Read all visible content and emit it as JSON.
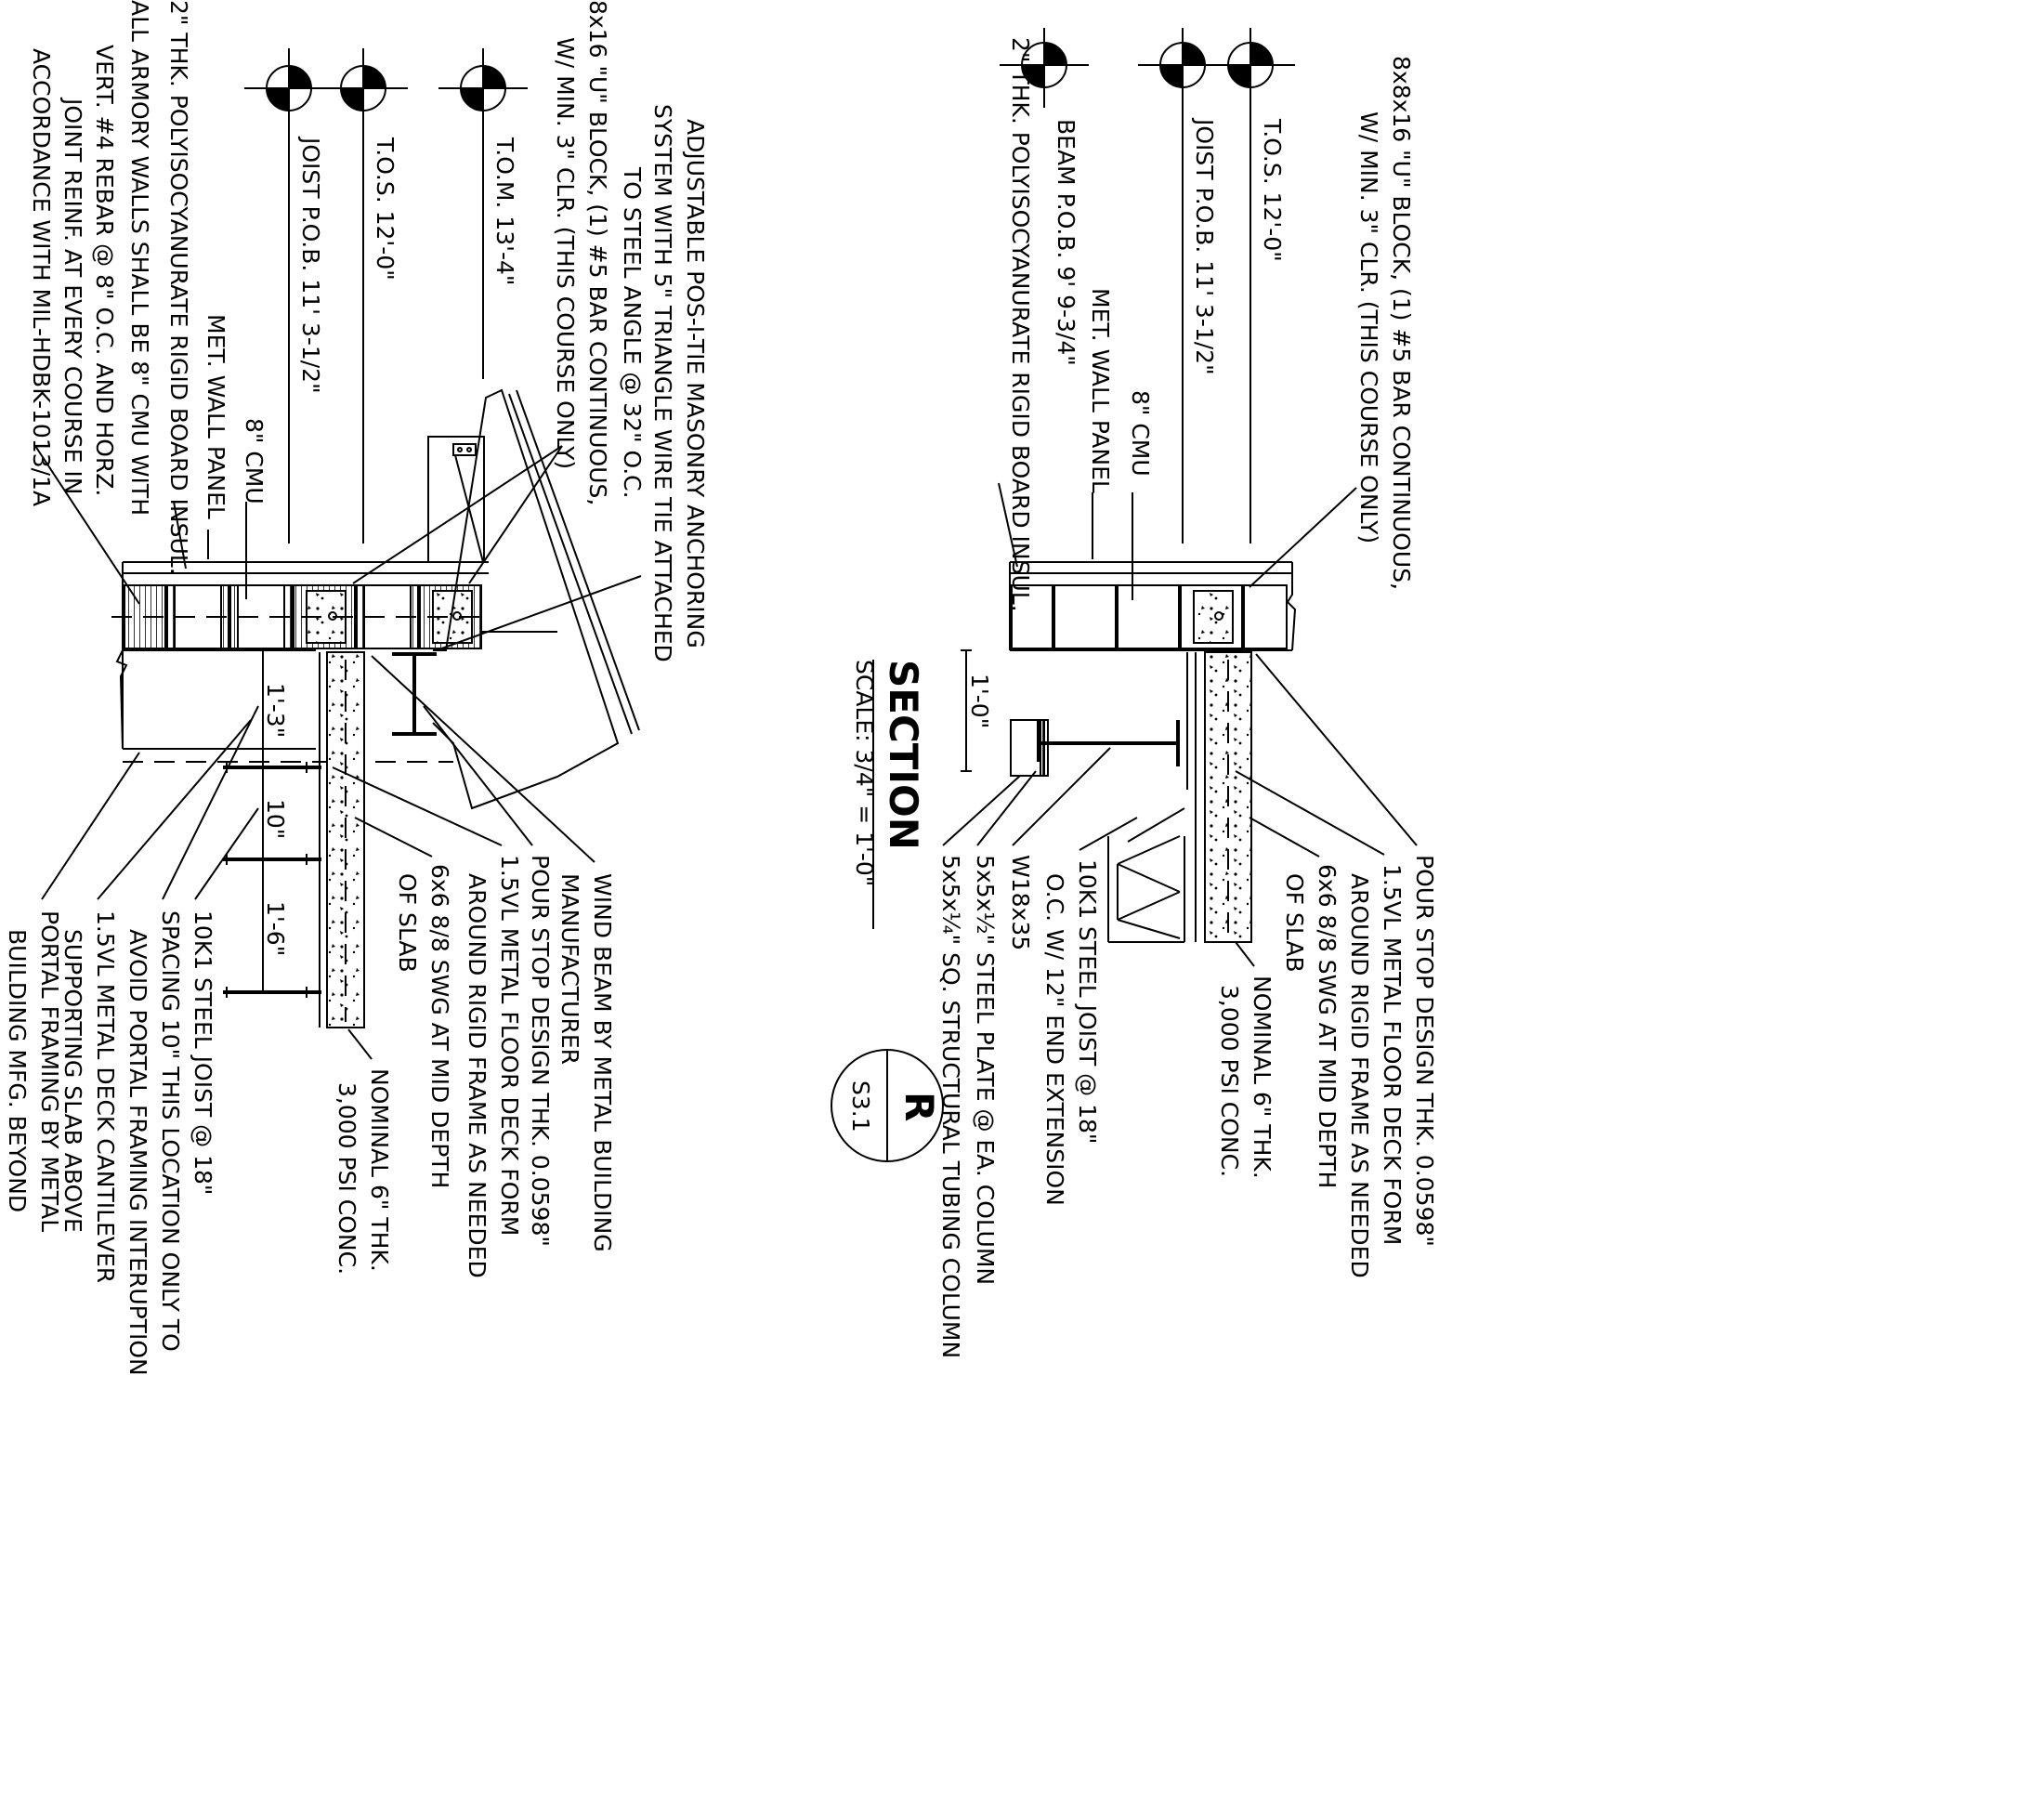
{
  "left_detail": {
    "labels": [
      "ALL ARMORY WALLS SHALL BE 8\" CMU WITH",
      "VERT. #4 REBAR @ 8\" O.C. AND HORZ.",
      "JOINT REINF. AT EVERY COURSE IN",
      "ACCORDANCE WITH MIL-HDBK-1013/1A",
      "2\" THK. POLYISOCYANURATE RIGID BOARD INSUL.",
      "MET. WALL PANEL",
      "8\" CMU",
      "JOIST P.O.B. 11' 3-1/2\"",
      "T.O.S. 12'-0\"",
      "T.O.M. 13'-4\"",
      "8x16 \"U\" BLOCK, (1) #5 BAR CONTINUOUS,",
      "W/ MIN. 3\" CLR. (THIS COURSE ONLY)",
      "ADJUSTABLE POS-I-TIE MASONRY ANCHORING",
      "SYSTEM WITH 5\" TRIANGLE WIRE TIE ATTACHED",
      "TO STEEL ANGLE @ 32\" O.C.",
      "WIND BEAM BY METAL BUILDING",
      "MANUFACTURER",
      "POUR STOP DESIGN THK. 0.0598\"",
      "1.5VL METAL FLOOR DECK FORM",
      "AROUND RIGID FRAME AS NEEDED",
      "6x6 8/8 SWG AT MID DEPTH",
      "OF SLAB",
      "NOMINAL 6\" THK.",
      "3,000 PSI CONC.",
      "10K1 STEEL JOIST @ 18\"",
      "SPACING 10\" THIS LOCATION ONLY TO",
      "AVOID PORTAL FRAMING INTERUPTION",
      "1.5VL METAL DECK CANTILEVER",
      "SUPPORTING SLAB ABOVE",
      "PORTAL FRAMING BY METAL",
      "BUILDING MFG. BEYOND"
    ],
    "dims": [
      "1'-3\"",
      "10\"",
      "1'-6\""
    ]
  },
  "right_detail": {
    "labels": [
      "8x8x16 \"U\" BLOCK, (1) #5 BAR CONTINUOUS,",
      "W/ MIN. 3\" CLR. (THIS COURSE ONLY)",
      "T.O.S. 12'-0\"",
      "JOIST P.O.B. 11' 3-1/2\"",
      "BEAM P.O.B. 9' 9-3/4\"",
      "2\" THK. POLYISOCYANURATE RIGID BOARD INSUL.",
      "MET. WALL PANEL",
      "8\" CMU",
      "POUR STOP DESIGN THK. 0.0598\"",
      "1.5VL METAL FLOOR DECK FORM",
      "AROUND RIGID FRAME AS NEEDED",
      "6x6 8/8 SWG AT MID DEPTH",
      "OF SLAB",
      "NOMINAL 6\" THK.",
      "3,000 PSI CONC.",
      "10K1 STEEL JOIST @ 18\"",
      "O.C. W/ 12\" END EXTENSION",
      "W18x35",
      "5x5x½\" STEEL PLATE @ EA. COLUMN",
      "5x5x¼\" SQ. STRUCTURAL TUBING COLUMN"
    ],
    "dims": [
      "1'-0\""
    ]
  },
  "title_block": {
    "title": "SECTION",
    "scale": "SCALE: 3/4\" = 1'-0\"",
    "detail_letter": "R",
    "sheet": "S3.1"
  }
}
